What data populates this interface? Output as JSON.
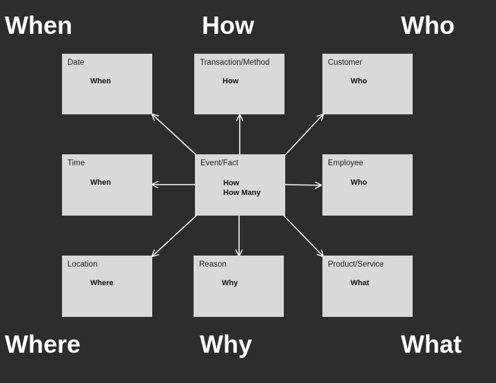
{
  "corner_labels": {
    "top_left": "When",
    "top_center": "How",
    "top_right": "Who",
    "bottom_left": "Where",
    "bottom_center": "Why",
    "bottom_right": "What"
  },
  "boxes": {
    "date": {
      "title": "Date",
      "role": "When"
    },
    "transaction": {
      "title": "Transaction/Method",
      "role": "How"
    },
    "customer": {
      "title": "Customer",
      "role": "Who"
    },
    "time": {
      "title": "Time",
      "role": "When"
    },
    "event": {
      "title": "Event/Fact",
      "role_line1": "How",
      "role_line2": "How Many"
    },
    "employee": {
      "title": "Employee",
      "role": "Who"
    },
    "location": {
      "title": "Location",
      "role": "Where"
    },
    "reason": {
      "title": "Reason",
      "role": "Why"
    },
    "product": {
      "title": "Product/Service",
      "role": "What"
    }
  },
  "colors": {
    "background": "#2d2d2d",
    "box_fill": "#d9d9d9",
    "arrow": "#ffffff",
    "heading_text": "#ffffff"
  }
}
